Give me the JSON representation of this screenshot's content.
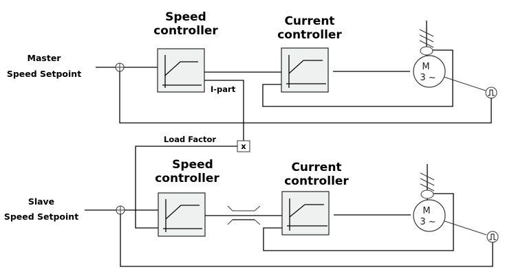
{
  "diagram": {
    "master": {
      "setpoint_label_line1": "Master",
      "setpoint_label_line2": "Speed Setpoint",
      "speed_controller_title_line1": "Speed",
      "speed_controller_title_line2": "controller",
      "current_controller_title_line1": "Current",
      "current_controller_title_line2": "controller",
      "ipart_label": "I-part",
      "motor_label_line1": "M",
      "motor_label_line2": "3 ~"
    },
    "coupling": {
      "load_factor_label": "Load Factor",
      "multiplier_symbol": "x"
    },
    "slave": {
      "setpoint_label_line1": "Slave",
      "setpoint_label_line2": "Speed Setpoint",
      "speed_controller_title_line1": "Speed",
      "speed_controller_title_line2": "controller",
      "current_controller_title_line1": "Current",
      "current_controller_title_line2": "controller",
      "motor_label_line1": "M",
      "motor_label_line2": "3 ~"
    },
    "icons": {
      "summing_junction": "summing-junction-icon",
      "encoder": "pulse-encoder-icon",
      "motor": "motor-icon",
      "ground": "mechanical-ground-icon",
      "current_sensor": "current-sensor-icon",
      "limiter_curve": "limiter-characteristic-icon",
      "crossover": "bridge-crossover-icon"
    },
    "colors": {
      "controller_fill": "#eff1f1",
      "line": "#000000"
    }
  }
}
